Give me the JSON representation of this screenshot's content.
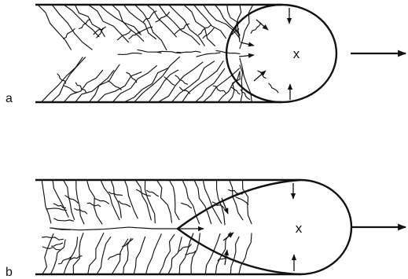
{
  "panels": [
    {
      "label": "a",
      "center_mark": "x"
    },
    {
      "label": "b",
      "center_mark": "x"
    }
  ],
  "colors": {
    "ink": "#111111",
    "background": "#ffffff"
  }
}
